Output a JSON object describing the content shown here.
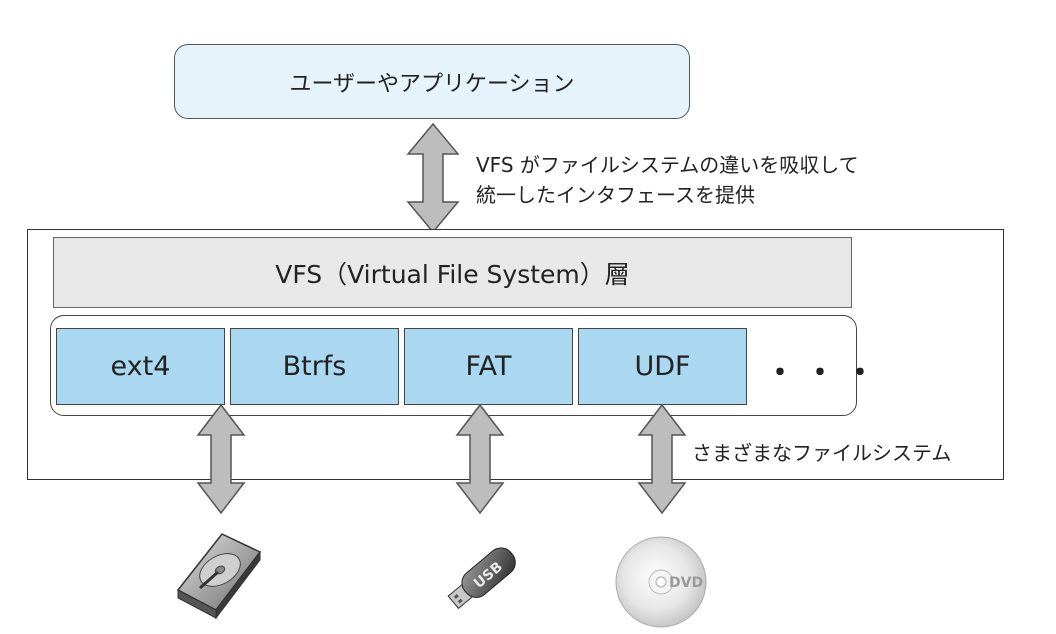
{
  "app_box": {
    "label": "ユーザーやアプリケーション"
  },
  "vfs_note": {
    "line1": "VFS がファイルシステムの違いを吸収して",
    "line2": "統一したインタフェースを提供"
  },
  "vfs_layer": {
    "label": "VFS（Virtual File System）層"
  },
  "filesystems": [
    "ext4",
    "Btrfs",
    "FAT",
    "UDF"
  ],
  "more": "・・・",
  "fs_note": "さまざまなファイルシステム",
  "devices": {
    "usb_text": "USB",
    "dvd_text": "DVD"
  },
  "colors": {
    "app_fill": "#e6f3fb",
    "fs_fill": "#a9d8f0",
    "vfs_fill": "#e8e8e8",
    "arrow_fill": "#bdbdbd"
  }
}
